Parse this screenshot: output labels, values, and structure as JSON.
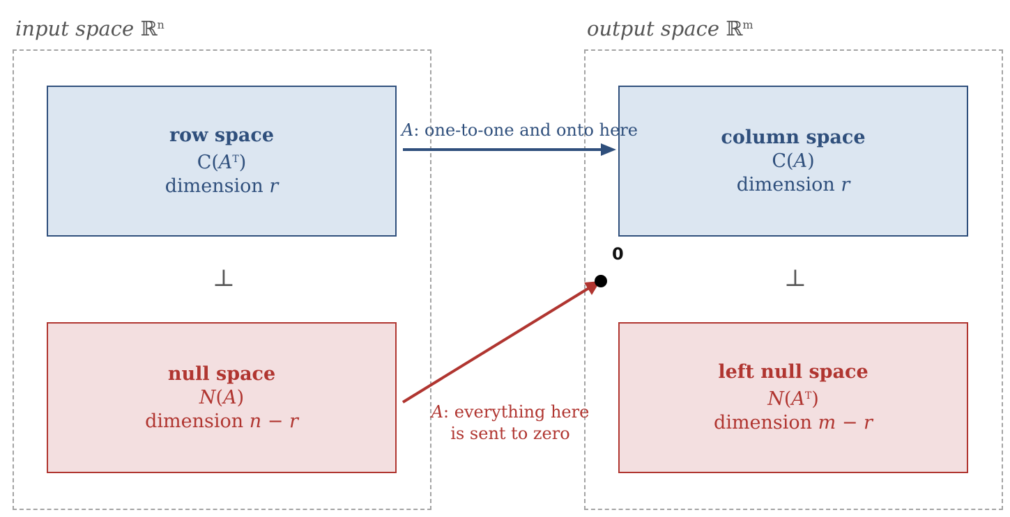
{
  "input_space": {
    "title": "input space",
    "symbol": "ℝ",
    "exponent": "n"
  },
  "output_space": {
    "title": "output space",
    "symbol": "ℝ",
    "exponent": "m"
  },
  "row_space": {
    "name": "row space",
    "notation_prefix": "C(",
    "notation_var": "A",
    "notation_sup": "T",
    "notation_suffix": ")",
    "dimension_prefix": "dimension ",
    "dimension_var": "r"
  },
  "null_space": {
    "name": "null space",
    "notation_var1": "N",
    "notation_mid": "(",
    "notation_var2": "A",
    "notation_suffix": ")",
    "dimension_prefix": "dimension ",
    "dimension_var1": "n",
    "dimension_op": " − ",
    "dimension_var2": "r"
  },
  "column_space": {
    "name": "column space",
    "notation_prefix": "C(",
    "notation_var": "A",
    "notation_suffix": ")",
    "dimension_prefix": "dimension ",
    "dimension_var": "r"
  },
  "left_null_space": {
    "name": "left null space",
    "notation_var1": "N",
    "notation_mid": "(",
    "notation_var2": "A",
    "notation_sup": "T",
    "notation_suffix": ")",
    "dimension_prefix": "dimension ",
    "dimension_var1": "m",
    "dimension_op": " − ",
    "dimension_var2": "r"
  },
  "perpendicular_symbol": "⊥",
  "zero_label": "0",
  "onto_arrow": {
    "var": "A",
    "text": ": one-to-one and onto here"
  },
  "zero_arrow": {
    "var": "A",
    "line1": ": everything here",
    "line2": "is sent to zero"
  },
  "colors": {
    "blue": "#2f4f7c",
    "blue_fill": "#dce6f1",
    "red": "#b03530",
    "red_fill": "#f3dfe0",
    "dash": "#a3a3a3"
  }
}
